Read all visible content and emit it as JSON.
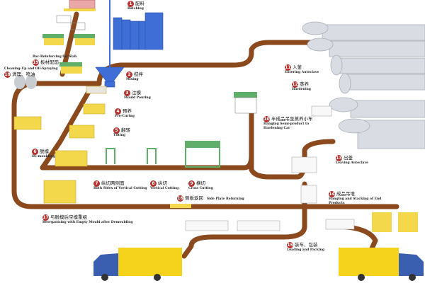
{
  "title": "AAC Block Production Process Flow",
  "colors": {
    "conveyor": "#8b4a1e",
    "mould": "#f2d84a",
    "silo": "#3f6fd6",
    "steel_frame": "#5fae6a",
    "autoclave": "#d9dde3",
    "truck_cargo": "#f5d21c",
    "truck_cab": "#3b5fb0",
    "step_badge": "#b8312f"
  },
  "steps": [
    {
      "num": "1",
      "cn": "配料",
      "en": "Batching"
    },
    {
      "num": "2",
      "cn": "搅拌",
      "en": "Mixing"
    },
    {
      "num": "3",
      "cn": "注模",
      "en": "Mould Pouring"
    },
    {
      "num": "4",
      "cn": "预养",
      "en": "Pre-Curing"
    },
    {
      "num": "5",
      "cn": "翻转",
      "en": "Tilting"
    },
    {
      "num": "6",
      "cn": "脱模",
      "en": "De-moulding"
    },
    {
      "num": "7",
      "cn": "纵切两侧面",
      "en": "Both Sides of Vertical Cutting"
    },
    {
      "num": "8",
      "cn": "纵切",
      "en": "Vertical Cutting"
    },
    {
      "num": "9",
      "cn": "横切",
      "en": "Cross Cutting"
    },
    {
      "num": "10",
      "cn": "半成品吊至蒸养小车",
      "en": "Hanging Semi-product to Hardening Car"
    },
    {
      "num": "11",
      "cn": "入釜",
      "en": "Entering Autoclave"
    },
    {
      "num": "12",
      "cn": "蒸养",
      "en": "Hardening"
    },
    {
      "num": "13",
      "cn": "出釜",
      "en": "Leaving Autoclave"
    },
    {
      "num": "14",
      "cn": "成品吊堆",
      "en": "Hanging and Stacking of End Products"
    },
    {
      "num": "15",
      "cn": "装车、包装",
      "en": "Loading and Packing"
    },
    {
      "num": "16",
      "cn": "侧板返回",
      "en": "Side Plate Returning"
    },
    {
      "num": "17",
      "cn": "与脱模后空模重组",
      "en": "Reorganizing with Empty Mould after Demoulding"
    },
    {
      "num": "18",
      "cn": "清理、喷油",
      "en": "Cleaning-Up and Oil-Spraying"
    },
    {
      "num": "19",
      "cn": "板材配筋",
      "en": "Bar-Reinforcing for Slab"
    }
  ]
}
